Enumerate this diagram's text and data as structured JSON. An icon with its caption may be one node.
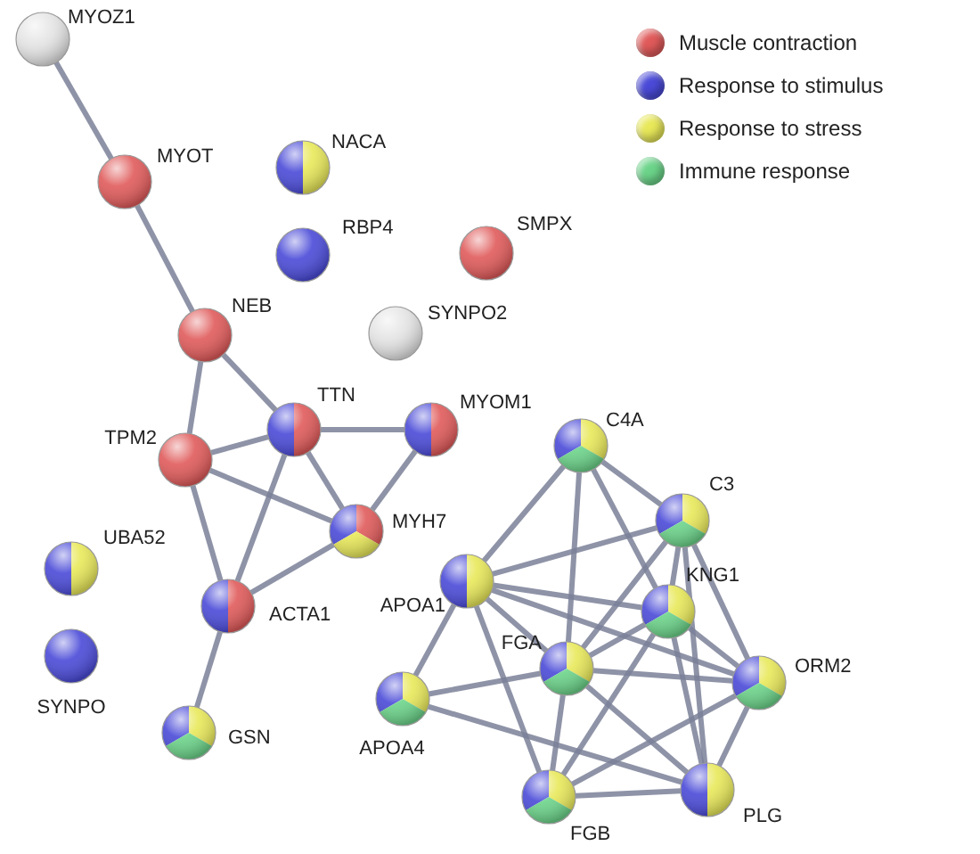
{
  "diagram": {
    "nodes": [
      {
        "text": [
          "MYOZ1"
        ]
      },
      {
        "text": [
          "MYOT"
        ]
      },
      {
        "text": [
          "NACA"
        ]
      },
      {
        "text": [
          "RBP4"
        ]
      },
      {
        "text": [
          "SMPX"
        ]
      },
      {
        "text": [
          "NEB"
        ]
      },
      {
        "text": [
          "SYNPO2"
        ]
      },
      {
        "text": [
          "TTN"
        ]
      },
      {
        "text": [
          "MYOM1"
        ]
      },
      {
        "text": [
          "TPM2"
        ]
      },
      {
        "text": [
          "MYH7"
        ]
      },
      {
        "text": [
          "UBA52"
        ]
      },
      {
        "text": [
          "ACTA1"
        ]
      },
      {
        "text": [
          "SYNPO"
        ]
      },
      {
        "text": [
          "GSN"
        ]
      },
      {
        "text": [
          "C4A"
        ]
      },
      {
        "text": [
          "C3"
        ]
      },
      {
        "text": [
          "APOA1"
        ]
      },
      {
        "text": [
          "KNG1"
        ]
      },
      {
        "text": [
          "FGA"
        ]
      },
      {
        "text": [
          "ORM2"
        ]
      },
      {
        "text": [
          "APOA4"
        ]
      },
      {
        "text": [
          "FGB"
        ]
      },
      {
        "text": [
          "PLG"
        ]
      }
    ],
    "edges": [
      {
        "from": 0,
        "to": 1,
        "arrow": "none"
      },
      {
        "from": 1,
        "to": 5,
        "arrow": "none"
      },
      {
        "from": 5,
        "to": 7,
        "arrow": "none"
      },
      {
        "from": 5,
        "to": 9,
        "arrow": "none"
      },
      {
        "from": 7,
        "to": 9,
        "arrow": "none"
      },
      {
        "from": 7,
        "to": 8,
        "arrow": "none"
      },
      {
        "from": 7,
        "to": 10,
        "arrow": "none"
      },
      {
        "from": 7,
        "to": 12,
        "arrow": "none"
      },
      {
        "from": 9,
        "to": 10,
        "arrow": "none"
      },
      {
        "from": 9,
        "to": 12,
        "arrow": "none"
      },
      {
        "from": 8,
        "to": 10,
        "arrow": "none"
      },
      {
        "from": 10,
        "to": 12,
        "arrow": "none"
      },
      {
        "from": 12,
        "to": 14,
        "arrow": "none"
      },
      {
        "from": 17,
        "to": 15,
        "arrow": "none"
      },
      {
        "from": 17,
        "to": 16,
        "arrow": "none"
      },
      {
        "from": 17,
        "to": 18,
        "arrow": "none"
      },
      {
        "from": 17,
        "to": 20,
        "arrow": "none"
      },
      {
        "from": 17,
        "to": 19,
        "arrow": "none"
      },
      {
        "from": 17,
        "to": 21,
        "arrow": "none"
      },
      {
        "from": 17,
        "to": 22,
        "arrow": "none"
      },
      {
        "from": 21,
        "to": 19,
        "arrow": "none"
      },
      {
        "from": 21,
        "to": 23,
        "arrow": "none"
      },
      {
        "from": 15,
        "to": 16,
        "arrow": "none"
      },
      {
        "from": 15,
        "to": 19,
        "arrow": "none"
      },
      {
        "from": 15,
        "to": 18,
        "arrow": "none"
      },
      {
        "from": 16,
        "to": 19,
        "arrow": "none"
      },
      {
        "from": 16,
        "to": 18,
        "arrow": "none"
      },
      {
        "from": 16,
        "to": 20,
        "arrow": "none"
      },
      {
        "from": 16,
        "to": 23,
        "arrow": "none"
      },
      {
        "from": 18,
        "to": 19,
        "arrow": "none"
      },
      {
        "from": 18,
        "to": 20,
        "arrow": "none"
      },
      {
        "from": 18,
        "to": 23,
        "arrow": "none"
      },
      {
        "from": 18,
        "to": 22,
        "arrow": "none"
      },
      {
        "from": 19,
        "to": 20,
        "arrow": "none"
      },
      {
        "from": 19,
        "to": 22,
        "arrow": "none"
      },
      {
        "from": 19,
        "to": 23,
        "arrow": "none"
      },
      {
        "from": 20,
        "to": 22,
        "arrow": "none"
      },
      {
        "from": 20,
        "to": 23,
        "arrow": "none"
      },
      {
        "from": 22,
        "to": 23,
        "arrow": "none"
      }
    ],
    "legend": [
      {
        "text": "Muscle contraction",
        "color": "#e05a5a"
      },
      {
        "text": "Response to stimulus",
        "color": "#4a4ad8"
      },
      {
        "text": "Response to stress",
        "color": "#e8e85a"
      },
      {
        "text": "Immune response",
        "color": "#6cd48a"
      }
    ]
  }
}
